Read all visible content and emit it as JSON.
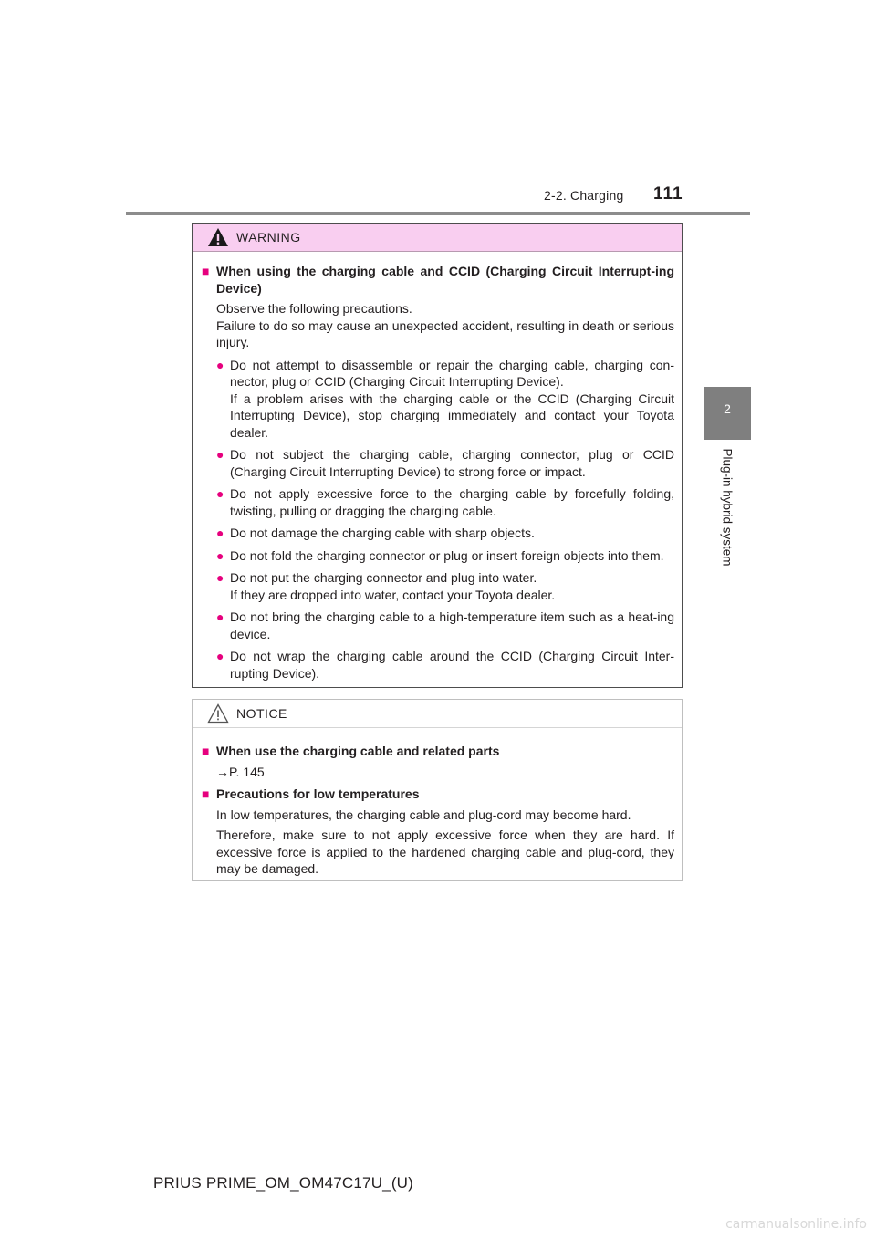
{
  "header": {
    "section": "2-2. Charging",
    "page_number": "111"
  },
  "side_tab": {
    "chapter_number": "2",
    "chapter_title": "Plug-in hybrid system"
  },
  "warning": {
    "title": "WARNING",
    "icon": "warning-triangle-icon",
    "heading": "When using the charging cable and CCID (Charging Circuit Interrupt-ing Device)",
    "intro_1": "Observe the following precautions.",
    "intro_2": "Failure to do so may cause an unexpected accident, resulting in death or serious injury.",
    "bullets": [
      "Do not attempt to disassemble or repair the charging cable, charging con-nector, plug or CCID (Charging Circuit Interrupting Device).",
      "Do not subject the charging cable, charging connector, plug or CCID (Charging Circuit Interrupting Device) to strong force or impact.",
      "Do not apply excessive force to the charging cable by forcefully folding, twisting, pulling or dragging the charging cable.",
      "Do not damage the charging cable with sharp objects.",
      "Do not fold the charging connector or plug or insert foreign objects into them.",
      "Do not put the charging connector and plug into water.",
      "Do not bring the charging cable to a high-temperature item such as a heat-ing device.",
      "Do not wrap the charging cable around the CCID (Charging Circuit Inter-rupting Device)."
    ],
    "bullet_1_extra": "If a problem arises with the charging cable or the CCID (Charging Circuit Interrupting Device), stop charging immediately and contact your Toyota dealer.",
    "bullet_6_extra": "If they are dropped into water, contact your Toyota dealer."
  },
  "notice": {
    "title": "NOTICE",
    "icon": "caution-triangle-icon",
    "item1_heading": "When use the charging cable and related parts",
    "item1_ref": "→P. 145",
    "item2_heading": "Precautions for low temperatures",
    "item2_para1": "In low temperatures, the charging cable and plug-cord may become hard.",
    "item2_para2": "Therefore, make sure to not apply excessive force when they are hard. If excessive force is applied to the hardened charging cable and plug-cord, they may be damaged."
  },
  "footer": "PRIUS PRIME_OM_OM47C17U_(U)",
  "watermark": "carmanualsonline.info",
  "colors": {
    "accent": "#e6007e",
    "warning_header_bg": "#f9cef0",
    "tab_gray": "#7f7f7f"
  }
}
